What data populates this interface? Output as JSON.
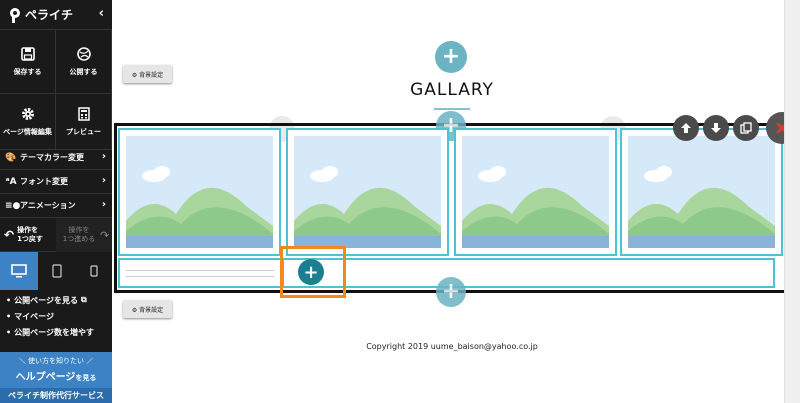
{
  "app": {
    "logo_text": "ペライチ",
    "collapse_glyph": "‹"
  },
  "sidebar": {
    "tools": [
      {
        "label": "保存する",
        "icon": "save-icon"
      },
      {
        "label": "公開する",
        "icon": "publish-icon"
      },
      {
        "label": "ページ情報編集",
        "icon": "gear-icon"
      },
      {
        "label": "プレビュー",
        "icon": "preview-icon"
      }
    ],
    "menu": [
      {
        "label": "テーマカラー変更",
        "icon": "palette-icon",
        "icon_glyph": "🎨"
      },
      {
        "label": "フォント変更",
        "icon": "font-icon",
        "icon_glyph": "ᵃA"
      },
      {
        "label": "アニメーション",
        "icon": "animation-icon",
        "icon_glyph": "≡●"
      }
    ],
    "undo": {
      "line1": "操作を",
      "line2": "1つ戻す"
    },
    "redo": {
      "line1": "操作を",
      "line2": "1つ進める"
    },
    "devices": [
      {
        "name": "desktop",
        "active": true
      },
      {
        "name": "tablet",
        "active": false
      },
      {
        "name": "mobile",
        "active": false
      }
    ],
    "links": [
      {
        "label": "公開ページを見る"
      },
      {
        "label": "マイページ"
      },
      {
        "label": "公開ページ数を増やす"
      }
    ],
    "help": {
      "sub": "＼ 使い方を知りたい ／",
      "main": "ヘルプページ",
      "suffix": "を見る"
    },
    "agency": "ペライチ制作代行サービス"
  },
  "canvas": {
    "bg_setting_label": "⚙ 背景設定",
    "gallery_title": "GALLARY",
    "add_glyph": "+",
    "copyright": "Copyright 2019 uume_baison@yahoo.co.jp",
    "photo_count": 4,
    "block_controls": [
      "move-up-icon",
      "move-down-icon",
      "copy-icon",
      "delete-icon"
    ],
    "colors": {
      "sidebar_bg": "#1a1a1a",
      "accent_blue": "#3d82c4",
      "add_button": "#6cb3c4",
      "cell_border": "#4cc3d1",
      "focus_orange": "#f08a1c",
      "delete_red": "#e23a2e"
    }
  }
}
